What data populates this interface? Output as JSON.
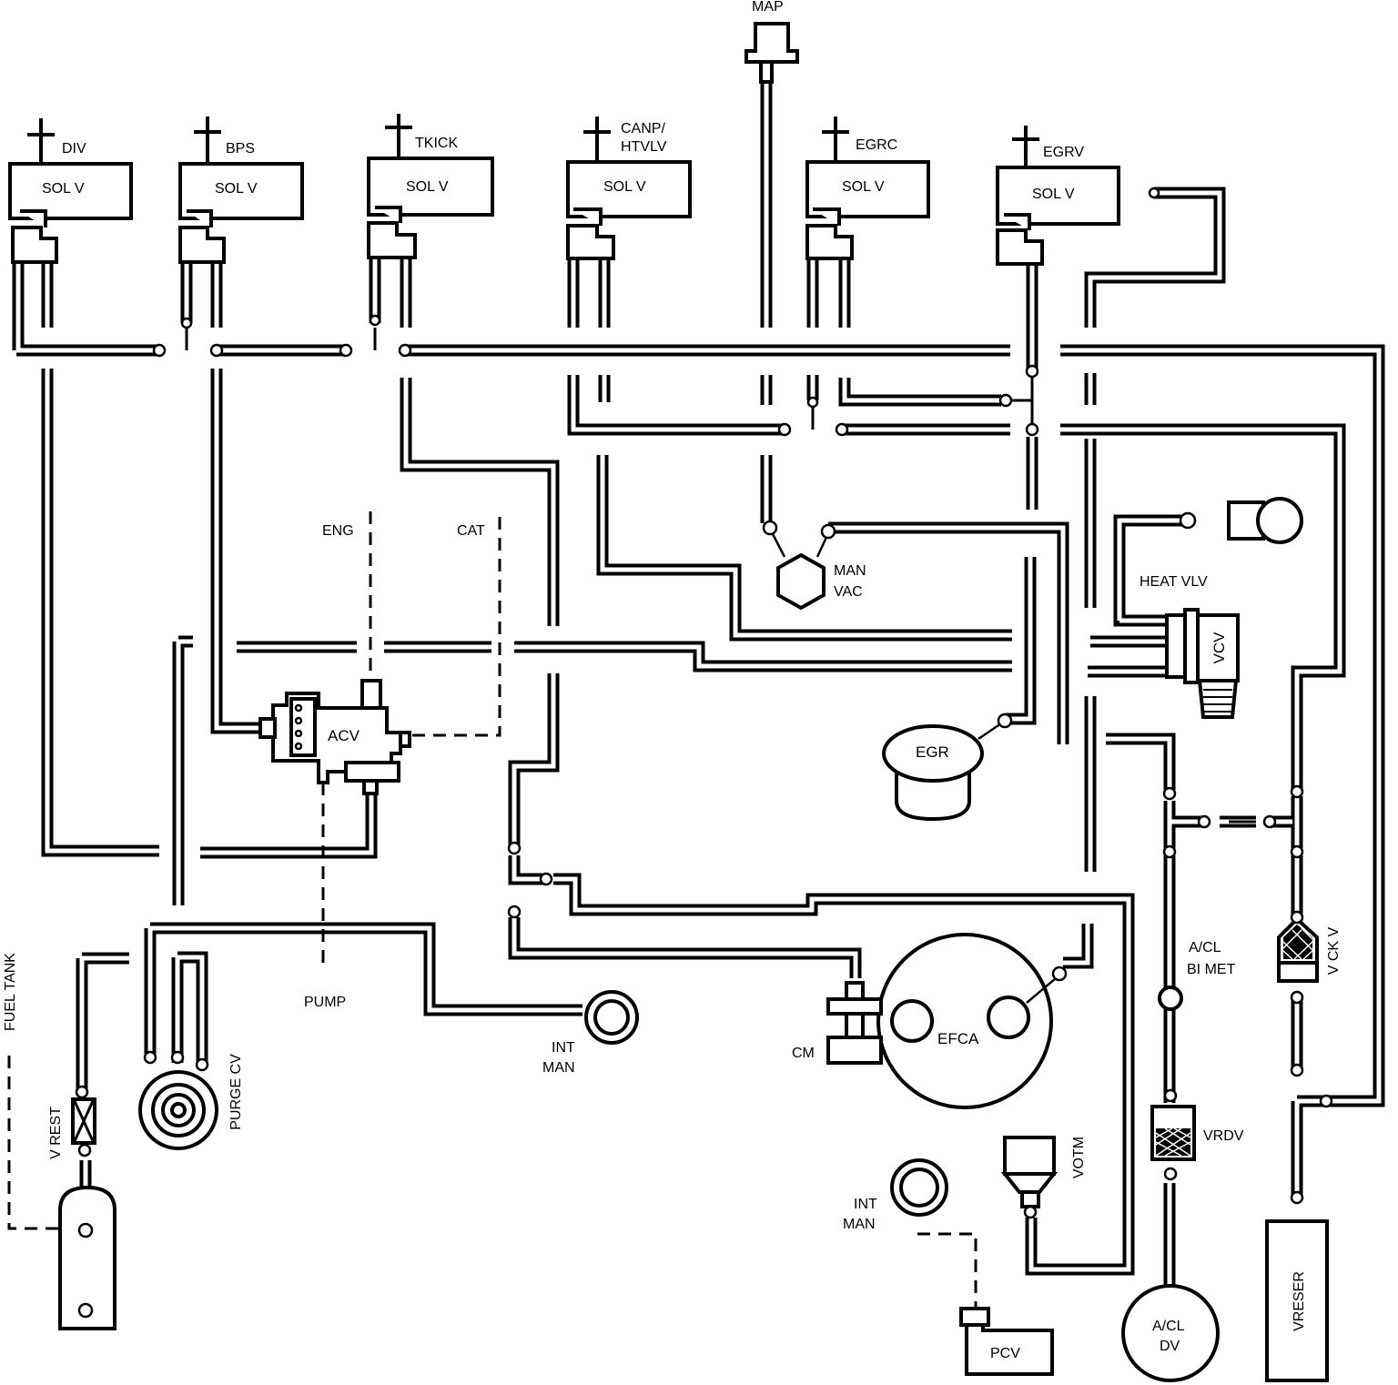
{
  "diagram": {
    "labels": {
      "map": "MAP",
      "div": "DIV",
      "bps": "BPS",
      "tkick": "TKICK",
      "canp1": "CANP/",
      "canp2": "HTVLV",
      "egrc": "EGRC",
      "egrv": "EGRV",
      "sol_v": "SOL V",
      "eng": "ENG",
      "cat": "CAT",
      "man_vac1": "MAN",
      "man_vac2": "VAC",
      "heat_vlv": "HEAT VLV",
      "vcv": "VCV",
      "acv": "ACV",
      "egr": "EGR",
      "pump": "PUMP",
      "fuel_tank": "FUEL TANK",
      "v_rest": "V REST",
      "purge_cv": "PURGE CV",
      "int_man1": "INT",
      "int_man2": "MAN",
      "cm": "CM",
      "efca": "EFCA",
      "acl_bimet1": "A/CL",
      "acl_bimet2": "BI MET",
      "v_ck_v": "V CK V",
      "vrdv": "VRDV",
      "votm": "VOTM",
      "pcv": "PCV",
      "acl_dv1": "A/CL",
      "acl_dv2": "DV",
      "vreser": "VRESER"
    }
  }
}
